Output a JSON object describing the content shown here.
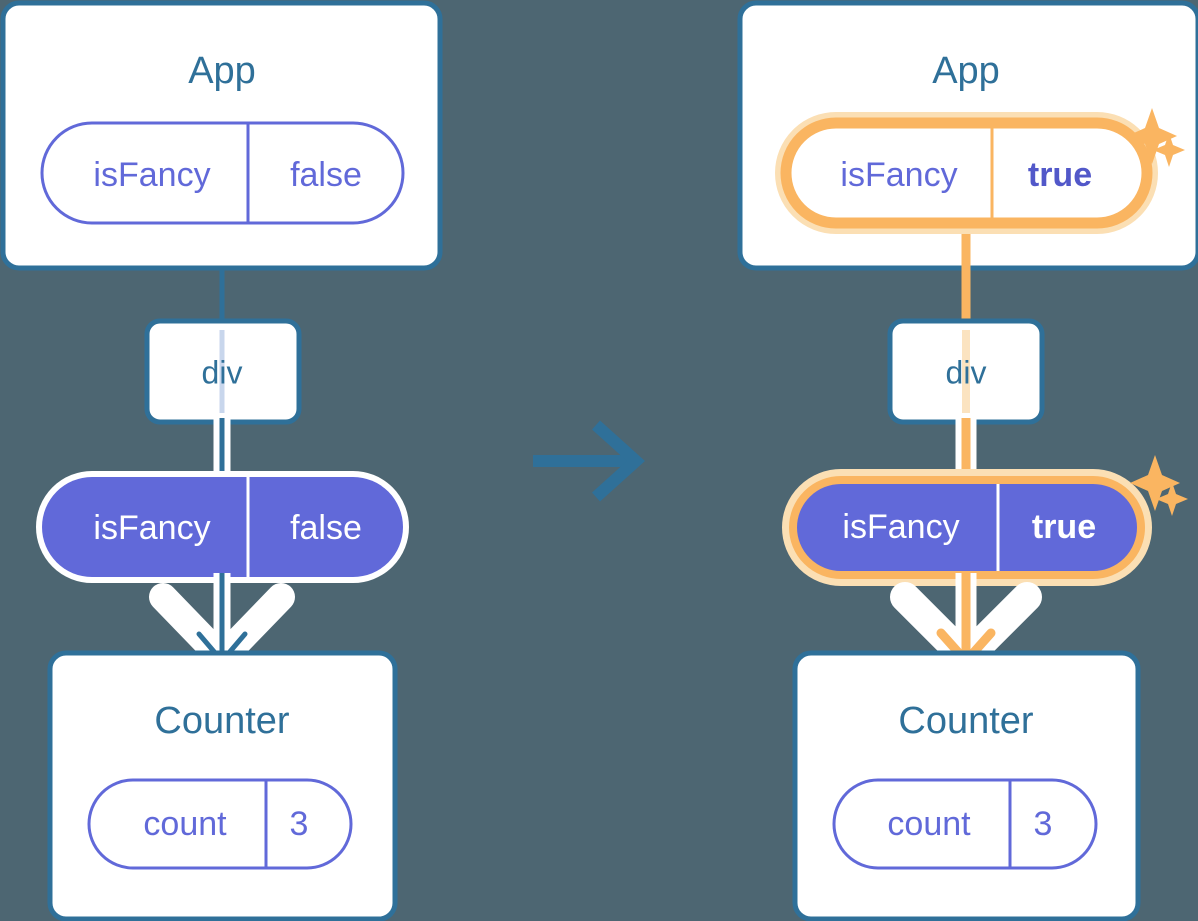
{
  "diagram": {
    "background_color": "#4d6672",
    "transition_arrow": {
      "icon": "arrow-right-icon",
      "color": "#2f7099"
    },
    "colors": {
      "card_border": "#2f7099",
      "card_fill": "#ffffff",
      "title_text": "#2f7099",
      "pill_outline": "#6169d9",
      "pill_text": "#6169d9",
      "pill_filled_bg": "#6169d9",
      "pill_filled_text": "#ffffff",
      "highlight_ring": "#fab561",
      "highlight_glow": "#fbdfb4",
      "edge_blue": "#2f7099",
      "edge_blue_muted": "#c8d6ec",
      "edge_orange": "#fab561",
      "edge_orange_muted": "#fbe3c0",
      "edge_outline": "#ffffff"
    },
    "panels": [
      {
        "id": "before",
        "highlighted": false,
        "app_card": {
          "title": "App",
          "pill": {
            "name": "isFancy",
            "value": "false",
            "style": "outline",
            "highlighted": false
          }
        },
        "div_node": {
          "label": "div"
        },
        "prop_pill": {
          "name": "isFancy",
          "value": "false",
          "style": "filled",
          "highlighted": false
        },
        "counter_card": {
          "title": "Counter",
          "pill": {
            "name": "count",
            "value": "3",
            "style": "outline",
            "highlighted": false
          }
        }
      },
      {
        "id": "after",
        "highlighted": true,
        "app_card": {
          "title": "App",
          "pill": {
            "name": "isFancy",
            "value": "true",
            "style": "outline",
            "highlighted": true
          }
        },
        "div_node": {
          "label": "div"
        },
        "prop_pill": {
          "name": "isFancy",
          "value": "true",
          "style": "filled",
          "highlighted": true
        },
        "counter_card": {
          "title": "Counter",
          "pill": {
            "name": "count",
            "value": "3",
            "style": "outline",
            "highlighted": false
          }
        },
        "sparkles": [
          {
            "name": "sparkle-large-top",
            "size": "large"
          },
          {
            "name": "sparkle-small-top",
            "size": "small"
          },
          {
            "name": "sparkle-large-mid",
            "size": "large"
          },
          {
            "name": "sparkle-small-mid",
            "size": "small"
          }
        ]
      }
    ]
  }
}
